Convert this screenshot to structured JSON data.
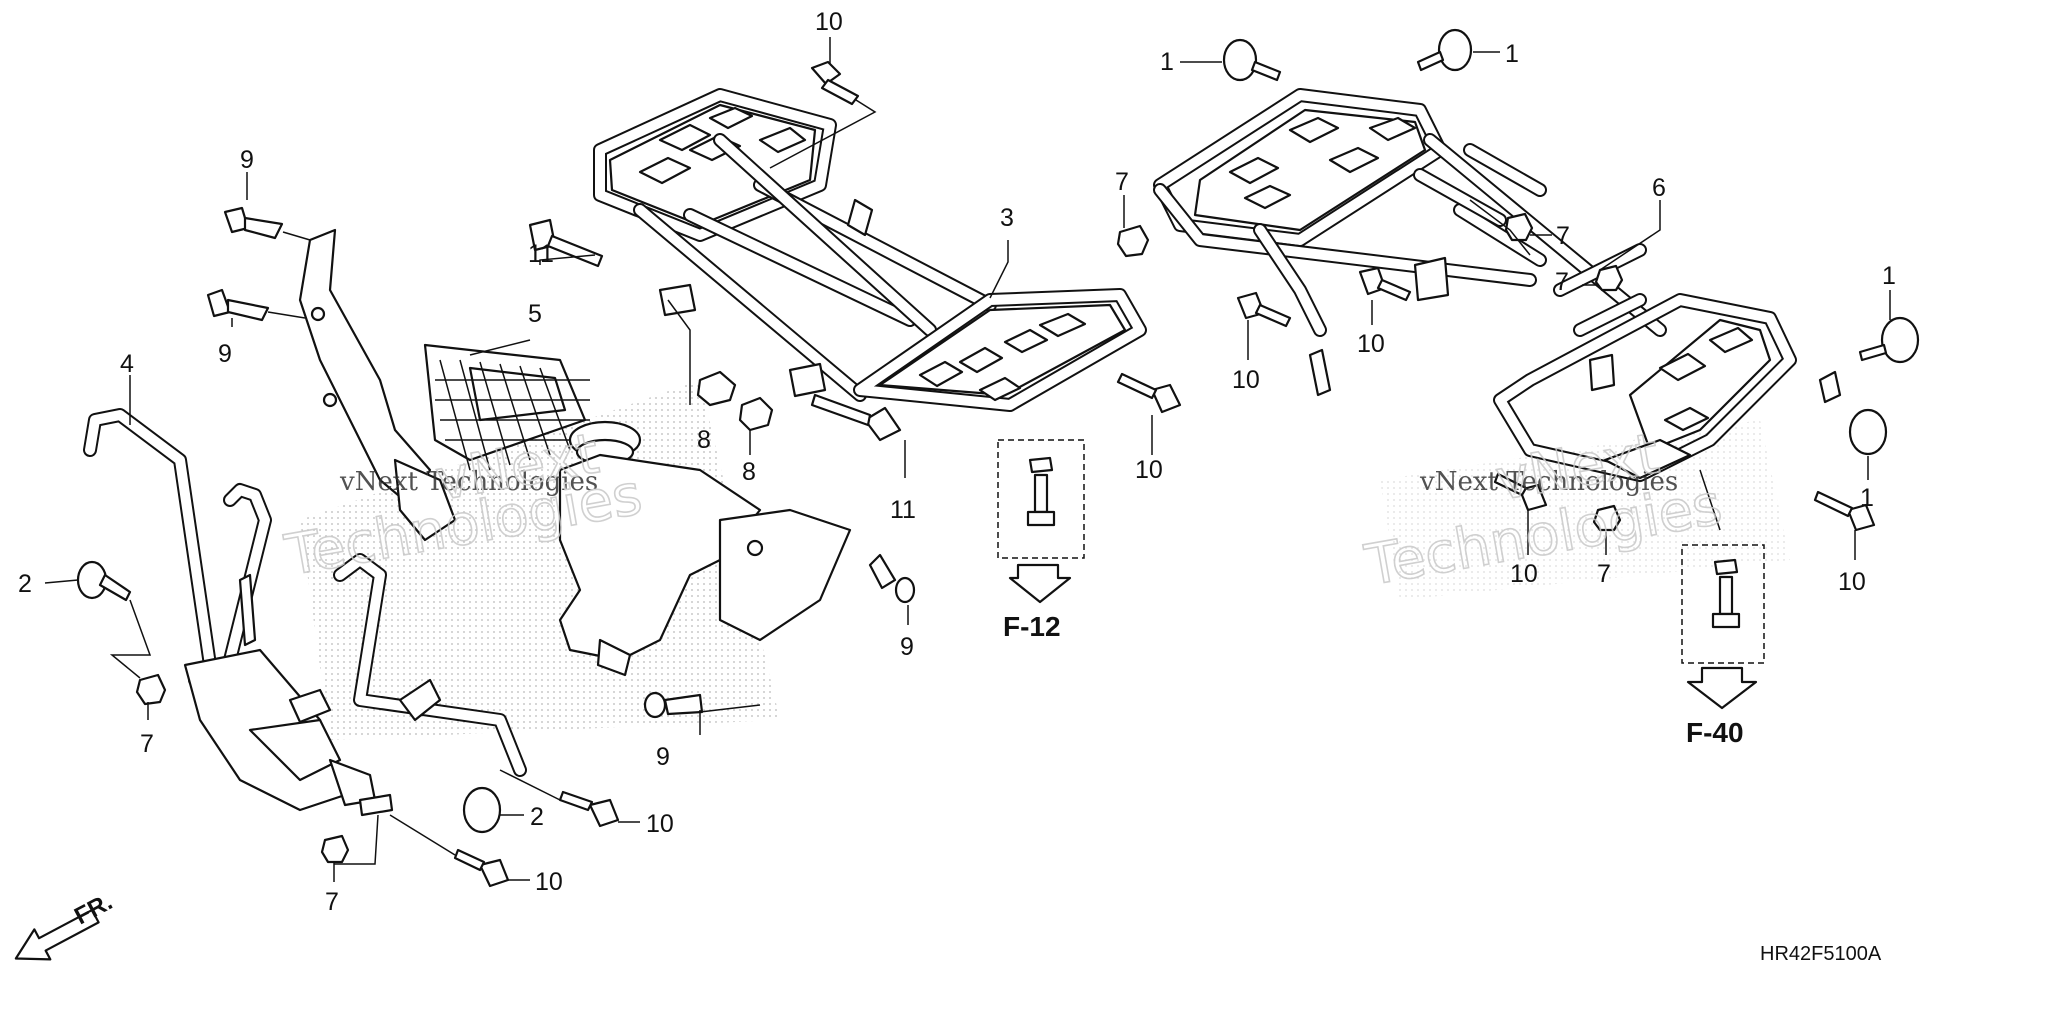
{
  "diagram": {
    "callouts": {
      "c10a": "10",
      "c9a": "9",
      "c9b": "9",
      "c4": "4",
      "c5": "5",
      "c3": "3",
      "c11a": "11",
      "c8a": "8",
      "c8b": "8",
      "c11b": "11",
      "c10b": "10",
      "c2a": "2",
      "c7a": "7",
      "c9c": "9",
      "c9d": "9",
      "c2b": "2",
      "c10c": "10",
      "c10d": "10",
      "c7b": "7",
      "c1a": "1",
      "c1b": "1",
      "c7c": "7",
      "c6": "6",
      "c7d": "7",
      "c7e": "7",
      "c10e": "10",
      "c10f": "10",
      "c1c": "1",
      "c1d": "1",
      "c10g": "10",
      "c7f": "7",
      "c10h": "10"
    },
    "refs": {
      "f12": "F-12",
      "f40": "F-40"
    },
    "front_label": "FR.",
    "diagram_code": "HR42F5100A",
    "watermark": {
      "line1": "vNext Technologies",
      "line2": "Technologies",
      "line3": "vNext"
    }
  }
}
